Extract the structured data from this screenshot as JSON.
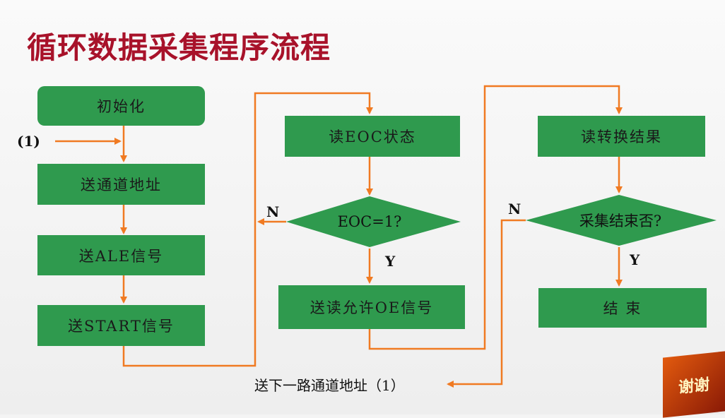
{
  "title": "循环数据采集程序流程",
  "boxes": {
    "init": "初始化",
    "send_addr": "送通道地址",
    "send_ale": "送ALE信号",
    "send_start": "送START信号",
    "read_eoc": "读EOC状态",
    "send_oe": "送读允许OE信号",
    "read_result": "读转换结果",
    "end": "结 束"
  },
  "decisions": {
    "eoc": "EOC=1?",
    "done": "采集结束否?"
  },
  "labels": {
    "entry": "(1)",
    "n1": "N",
    "y1": "Y",
    "n2": "N",
    "y2": "Y",
    "next": "送下一路通道地址（1）"
  },
  "badge": "谢谢",
  "colors": {
    "box": "#2f9a4e",
    "line": "#f07a22",
    "title": "#a8122a"
  }
}
